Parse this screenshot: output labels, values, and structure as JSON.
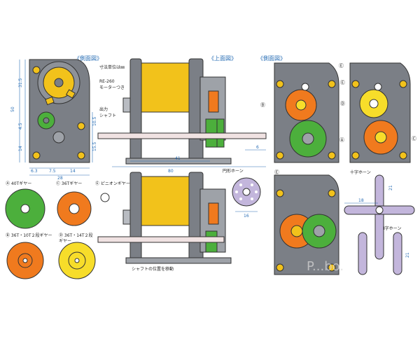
{
  "headings": {
    "side_left": "《側面図》",
    "top": "《上面図》",
    "side_right": "《側面図》"
  },
  "notes": {
    "unit": "寸法単位は㎜",
    "motor": "RE-260\nモーターつき",
    "shaft": "出力\nシャフト",
    "shaft_move": "シャフトの位置を移動",
    "round_horn": "円形ホーン",
    "cross_horn": "十字ホーン",
    "single_horn": "I字ホーン"
  },
  "gears": {
    "A": "Ⓐ 40Tギヤー",
    "C": "Ⓒ 36Tギヤー",
    "E": "Ⓔ ピニオンギヤー",
    "B": "Ⓑ 36T・10T２段ギヤー",
    "D": "Ⓓ 36T・14T２段\nギヤー"
  },
  "letters": [
    "Ⓑ",
    "Ⓔ",
    "Ⓐ",
    "Ⓔ",
    "Ⓓ",
    "Ⓒ",
    "Ⓔ"
  ],
  "dimensions": {
    "d31_5": "31.5",
    "d50": "50",
    "d14": "14",
    "d4_5": "4.5",
    "d6_3": "6.3",
    "d7_5": "7.5",
    "d14b": "14",
    "d28": "28",
    "d10_5": "10.5",
    "d15_5": "15.5",
    "d41": "41",
    "d6": "6",
    "d80": "80",
    "d16": "16",
    "d18": "18",
    "d21": "21",
    "d21b": "21"
  },
  "watermark": "P...bo.",
  "colors": {
    "gray_body": "#7b7f86",
    "yellow_motor": "#f2c21b",
    "green_gear": "#4caf3c",
    "orange_gear": "#f07a1e",
    "yellow_gear": "#f7dd2a",
    "horn_purple": "#c3b6dc",
    "dimension_blue": "#2a6fb6"
  }
}
